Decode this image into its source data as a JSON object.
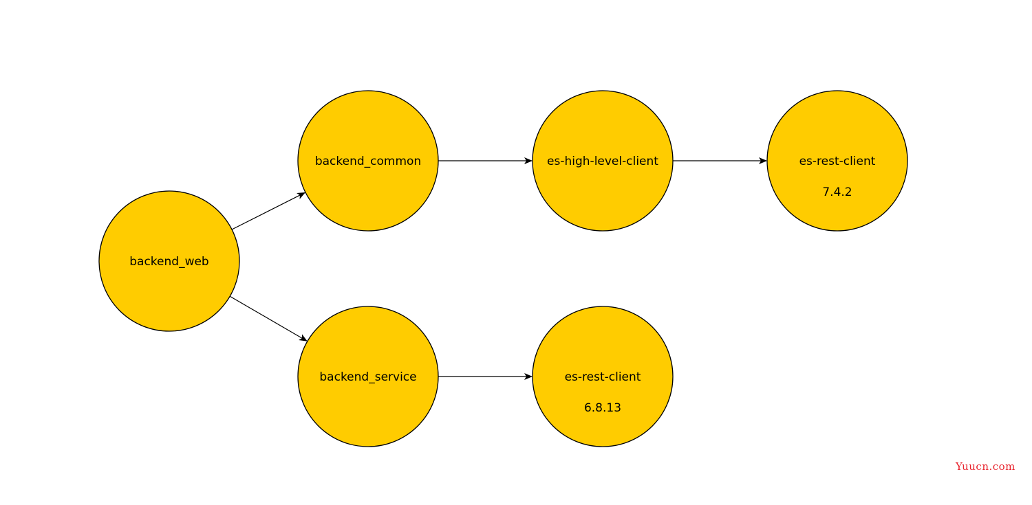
{
  "colors": {
    "node_fill": "#FFCC00",
    "node_stroke": "#000000",
    "edge": "#000000",
    "watermark": "#E8202A"
  },
  "nodes": [
    {
      "id": "backend_web",
      "label": "backend_web",
      "sublabel": ""
    },
    {
      "id": "backend_common",
      "label": "backend_common",
      "sublabel": ""
    },
    {
      "id": "backend_service",
      "label": "backend_service",
      "sublabel": ""
    },
    {
      "id": "es_high_level_client",
      "label": "es-high-level-client",
      "sublabel": ""
    },
    {
      "id": "es_rest_client_742",
      "label": "es-rest-client",
      "sublabel": "7.4.2"
    },
    {
      "id": "es_rest_client_6813",
      "label": "es-rest-client",
      "sublabel": "6.8.13"
    }
  ],
  "edges": [
    {
      "from": "backend_web",
      "to": "backend_common"
    },
    {
      "from": "backend_web",
      "to": "backend_service"
    },
    {
      "from": "backend_common",
      "to": "es_high_level_client"
    },
    {
      "from": "es_high_level_client",
      "to": "es_rest_client_742"
    },
    {
      "from": "backend_service",
      "to": "es_rest_client_6813"
    }
  ],
  "watermark": {
    "text": "Yuucn.com"
  }
}
